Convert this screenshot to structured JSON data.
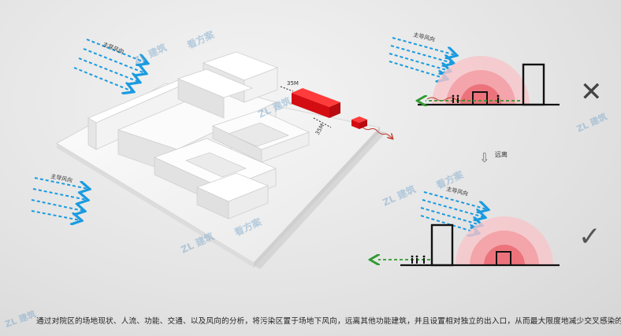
{
  "model_labels": {
    "wind_label_top": "主导风向",
    "wind_label_left": "主导风向",
    "distance_1": "35M",
    "distance_2": "35M"
  },
  "scenario_top": {
    "wind_label": "主导风向",
    "verdict_symbol": "✕",
    "verdict_meaning": "wrong"
  },
  "transition": {
    "label": "远离",
    "arrow_symbol": "⇩"
  },
  "scenario_bottom": {
    "wind_label": "主导风向",
    "verdict_symbol": "✓",
    "verdict_meaning": "correct"
  },
  "watermark": {
    "brand": "ZL 建筑",
    "text": "看方案"
  },
  "caption": "通过对院区的场地现状、人流、功能、交通、以及风向的分析，将污染区置于场地下风向，远离其他功能建筑，并且设置相对独立的出入口，从而最大限度地减少交叉感染的可能。",
  "colors": {
    "wind_arrow": "#1a9be0",
    "pollution": "#e8141e",
    "safe_arrow": "#2e9a2e",
    "bad_arrow": "#c0392b"
  }
}
